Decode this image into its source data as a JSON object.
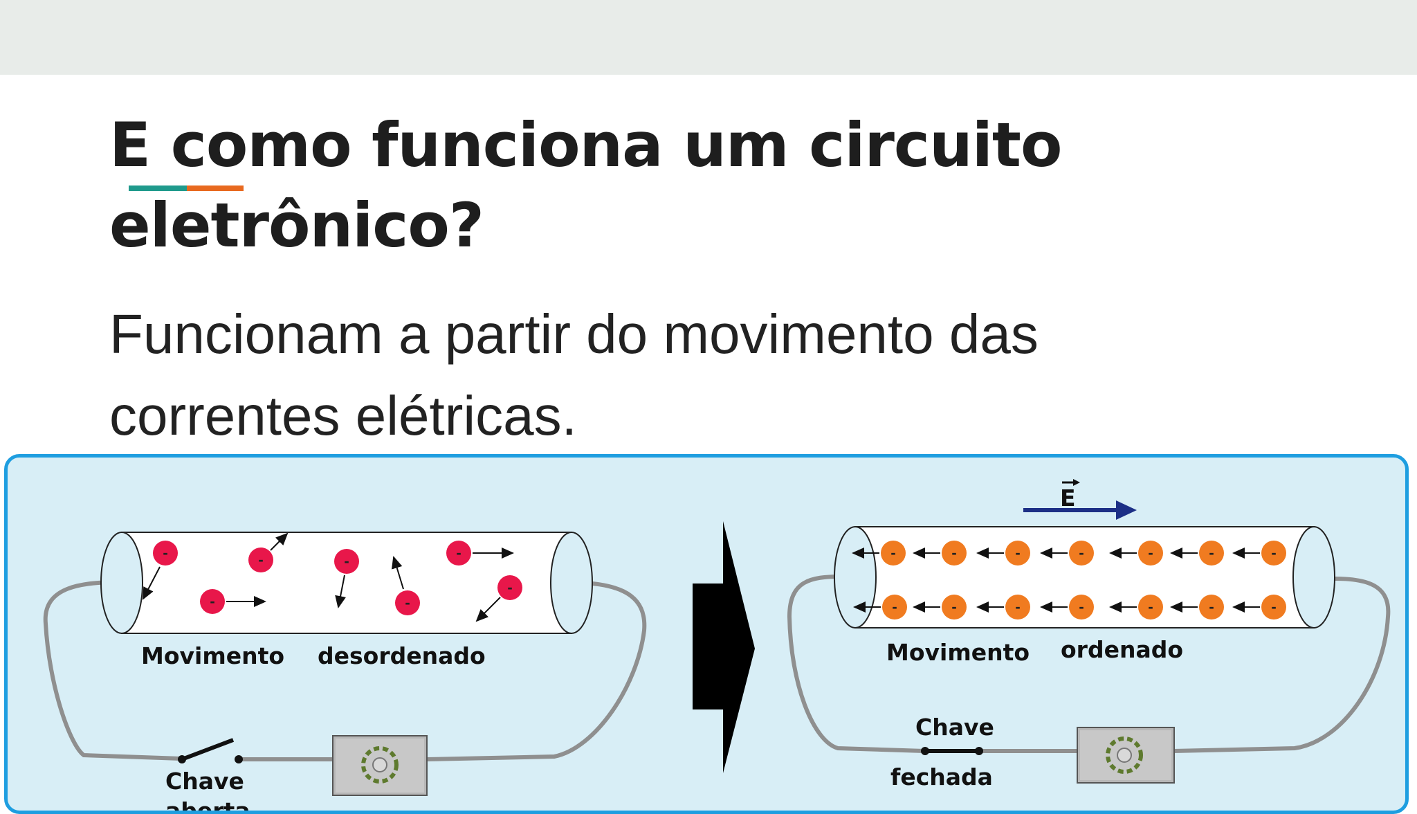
{
  "slide": {
    "title": "E como funciona um circuito eletrônico?",
    "body": "Funcionam a partir do movimento das correntes elétricas.",
    "accent_colors": [
      "#1f9a8c",
      "#e8691f"
    ]
  },
  "illustration": {
    "left": {
      "label_1": "Movimento",
      "label_2": "desordenado",
      "switch_label": "Chave",
      "switch_label_2": "aberta",
      "electron_color": "#e8174a"
    },
    "right": {
      "label_1": "Movimento",
      "label_2": "ordenado",
      "switch_label": "Chave",
      "switch_label_2": "fechada",
      "field_label": "E",
      "electron_color": "#f07b20"
    },
    "electron_sign": "-",
    "border_color": "#1e9ee0",
    "background_color": "#d8eef6"
  }
}
